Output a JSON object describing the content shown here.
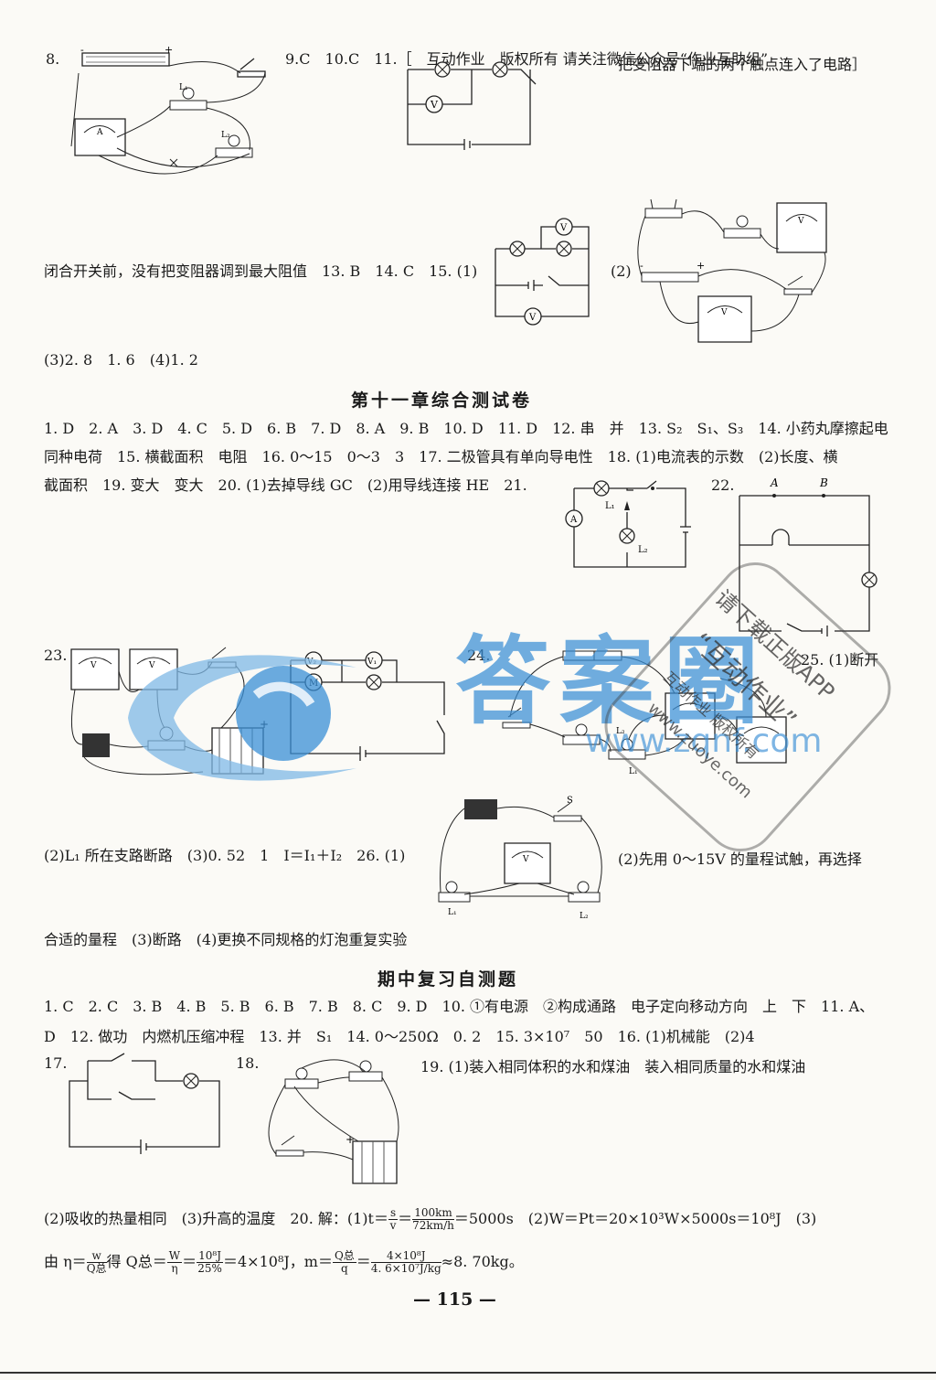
{
  "header": {
    "q8": "8.",
    "q9_11": "9.C　10.C　11.［　互动作业　版权所有 请关注微信公众号“作业互助组”",
    "q11_note": "把变阻器下端的两个触点连入了电路］",
    "q12": "闭合开关前，没有把变阻器调到最大阻值　13. B　14. C　15. (1)",
    "q15_2": "(2)",
    "q15_34": "(3)2. 8　1. 6　(4)1. 2"
  },
  "section1": {
    "title": "第十一章综合测试卷",
    "line1": "1. D　2. A　3. D　4. C　5. D　6. B　7. D　8. A　9. B　10. D　11. D　12. 串　并　13. S₂　S₁、S₃　14. 小药丸摩擦起电",
    "line2": "同种电荷　15. 横截面积　电阻　16. 0～15　0～3　3　17. 二极管具有单向导电性　18. (1)电流表的示数　(2)长度、横",
    "line3": "截面积　19. 变大　变大　20. (1)去掉导线 GC　(2)用导线连接 HE　21.",
    "q22": "22.",
    "q23": "23.",
    "q24": "24.",
    "q25": "25. (1)断开",
    "line4": "(2)L₁ 所在支路断路　(3)0. 52　1　I＝I₁＋I₂　26. (1)",
    "line4b": "(2)先用 0～15V 的量程试触，再选择",
    "line5": "合适的量程　(3)断路　(4)更换不同规格的灯泡重复实验"
  },
  "section2": {
    "title": "期中复习自测题",
    "line1": "1. C　2. C　3. B　4. B　5. B　6. B　7. B　8. C　9. D　10. ①有电源　②构成通路　电子定向移动方向　上　下　11. A、",
    "line2": "D　12. 做功　内燃机压缩冲程　13. 并　S₁　14. 0～250Ω　0. 2　15. 3×10⁷　50　16. (1)机械能　(2)4",
    "q17": "17.",
    "q18": "18.",
    "q19": "19. (1)装入相同体积的水和煤油　装入相同质量的水和煤油",
    "line3a": "(2)吸收的热量相同　(3)升高的温度　20. 解：(1)t＝",
    "line3b": "＝5000s　(2)W＝Pt＝20×10³W×5000s＝10⁸J　(3)",
    "line4a": "由 η＝",
    "line4b": "得 Q总＝",
    "line4c": "＝",
    "line4d": "＝4×10⁸J，m＝",
    "line4e": "＝",
    "line4f": "≈8. 70kg。",
    "f1_n": "s",
    "f1_d": "v",
    "f2_n": "100km",
    "f2_d": "72km/h",
    "f3_n": "w",
    "f3_d": "Q总",
    "f4_n": "W",
    "f4_d": "η",
    "f5_n": "10⁸J",
    "f5_d": "25%",
    "f6_n": "Q总",
    "f6_d": "q",
    "f7_n": "4×10⁸J",
    "f7_d": "4. 6×10⁷J/kg"
  },
  "labels": {
    "L1": "L₁",
    "L2": "L₂",
    "A": "A",
    "B": "B",
    "S": "S",
    "V": "V",
    "M": "M",
    "V1": "V₁",
    "V2": "V₂",
    "plus": "+",
    "minus": "-"
  },
  "watermark": {
    "brand": "答案圈",
    "url": "www.zqnf.com",
    "stamp1": "请下载正版APP",
    "stamp2": "“互动作业”",
    "stamp3": "互动作业 版权所有",
    "stamp4": "www.zuoye.com"
  },
  "page_number": "115"
}
